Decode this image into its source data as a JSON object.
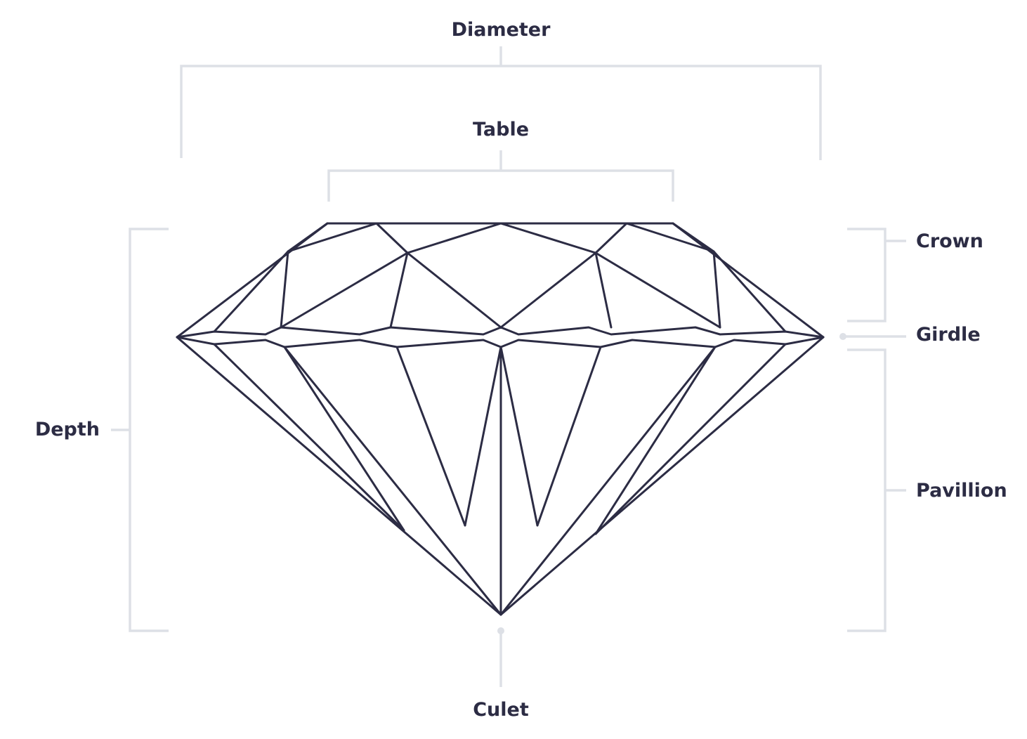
{
  "labels": {
    "diameter": "Diameter",
    "table": "Table",
    "crown": "Crown",
    "girdle": "Girdle",
    "depth": "Depth",
    "pavillion": "Pavillion",
    "culet": "Culet"
  },
  "colors": {
    "text": "#2c2c44",
    "outline": "#2c2c44",
    "bracket": "#dde0e6",
    "background": "#ffffff"
  }
}
